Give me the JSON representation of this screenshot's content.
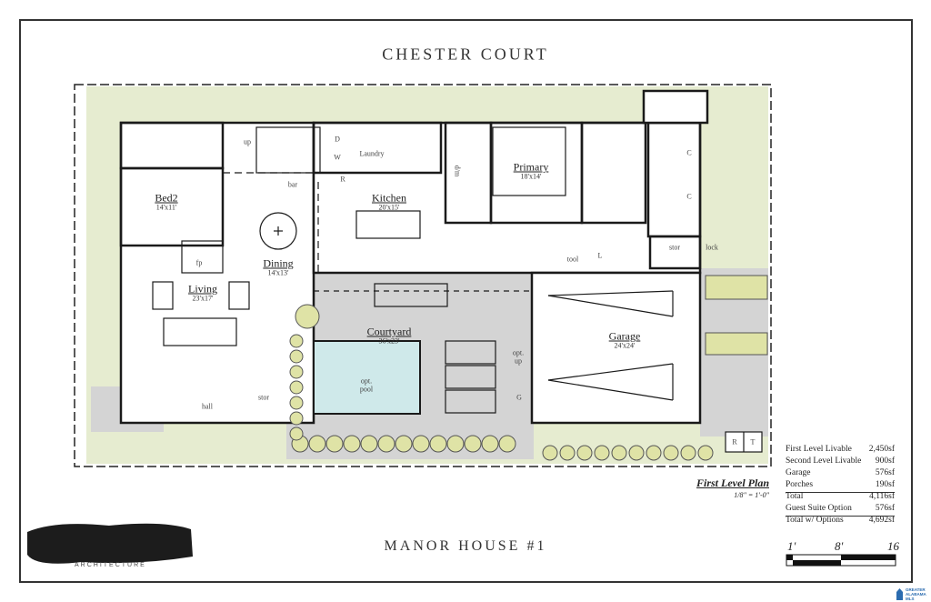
{
  "title": "CHESTER COURT",
  "subtitle": "MANOR HOUSE #1",
  "rooms": {
    "bed2": {
      "name": "Bed2",
      "dim": "14'x11'"
    },
    "living": {
      "name": "Living",
      "dim": "23'x17'"
    },
    "dining": {
      "name": "Dining",
      "dim": "14'x13'"
    },
    "kitchen": {
      "name": "Kitchen",
      "dim": "20'x15'"
    },
    "primary": {
      "name": "Primary",
      "dim": "18'x14'"
    },
    "garage": {
      "name": "Garage",
      "dim": "24'x24'"
    },
    "courtyard": {
      "name": "Courtyard",
      "dim": "36'x23'"
    }
  },
  "small_labels": {
    "laundry": "Laundry",
    "up": "up",
    "bar": "bar",
    "dryer": "D",
    "washer": "W",
    "fridge": "R",
    "dm": "d/m",
    "closet1": "C",
    "closet2": "C",
    "stor_right": "stor",
    "lock": "lock",
    "tool": "tool",
    "l": "L",
    "opt_up_1": "opt.",
    "opt_up_2": "up",
    "g": "G",
    "pool_1": "opt.",
    "pool_2": "pool",
    "hall": "hall",
    "stor_left": "stor",
    "fp": "fp",
    "r": "R",
    "t": "T"
  },
  "plan_name": "First Level Plan",
  "plan_scale": "1/8\" = 1'-0\"",
  "areas": [
    {
      "label": "First Level Livable",
      "value": "2,450sf"
    },
    {
      "label": "Second Level Livable",
      "value": "900sf"
    },
    {
      "label": "Garage",
      "value": "576sf"
    },
    {
      "label": "Porches",
      "value": "190sf"
    },
    {
      "label": "Total",
      "value": "4,116sf"
    },
    {
      "label": "Guest Suite Option",
      "value": "576sf"
    },
    {
      "label": "Total w/ Options",
      "value": "4,692sf"
    }
  ],
  "scale_bar": {
    "labels": [
      "1'",
      "8'",
      "16"
    ]
  },
  "logo": {
    "text": "ARCHITECTURE",
    "redacted": true
  },
  "mls_logo": "GREATER ALABAMA MLS",
  "colors": {
    "site_green": "#e6ecd0",
    "paving_grey": "#d4d4d4",
    "pool_blue": "#cfe9ea",
    "shrub": "#dfe3a6",
    "line": "#1a1a1a"
  }
}
